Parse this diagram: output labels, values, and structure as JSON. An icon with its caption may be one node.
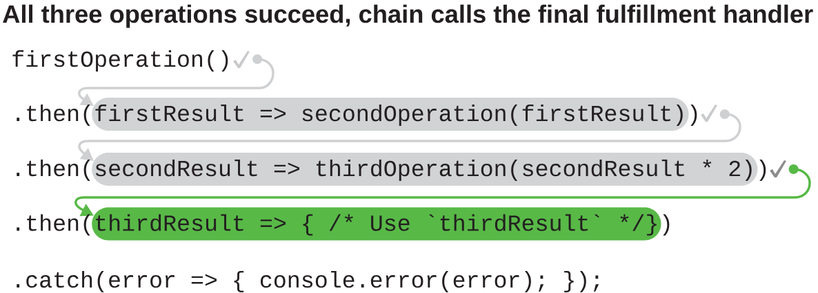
{
  "diagram": {
    "title": "All three operations succeed, chain calls the final fulfillment handler",
    "nodes": [
      {
        "text": [
          "firstOperation()"
        ]
      },
      {
        "text": [
          "firstResult => secondOperation(firstResult)"
        ]
      },
      {
        "text": [
          "secondResult => thirdOperation(secondResult * 2)"
        ]
      },
      {
        "text": [
          "thirdResult => { /* Use `thirdResult` */}"
        ]
      }
    ],
    "edges": [
      {
        "from": 0,
        "to": 1,
        "arrow": "to"
      },
      {
        "from": 1,
        "to": 2,
        "arrow": "to"
      },
      {
        "from": 2,
        "to": 3,
        "arrow": "to",
        "color": "#58b947"
      }
    ],
    "labels": [
      ".then(",
      ")",
      ".then(",
      ")",
      ".then(",
      ")",
      ".catch(error => { console.error(error); });"
    ]
  }
}
